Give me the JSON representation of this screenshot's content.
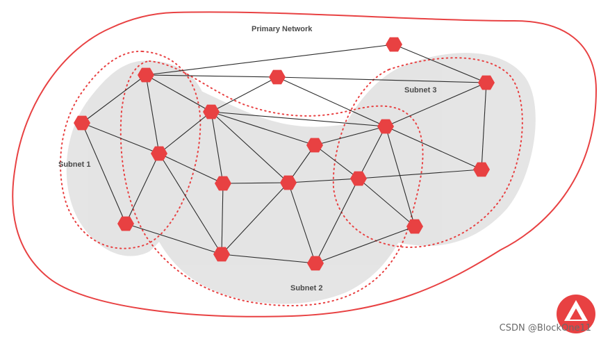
{
  "labels": {
    "primary": "Primary Network",
    "subnet1": "Subnet 1",
    "subnet2": "Subnet 2",
    "subnet3": "Subnet 3"
  },
  "logo": {
    "icon": "avalanche-logo-icon",
    "color": "#e84142"
  },
  "watermark": "CSDN @BlockOne11",
  "colors": {
    "node": "#e84142",
    "outline": "#e84142",
    "edge": "#2b2b2b",
    "region": "#c8c8c8"
  }
}
